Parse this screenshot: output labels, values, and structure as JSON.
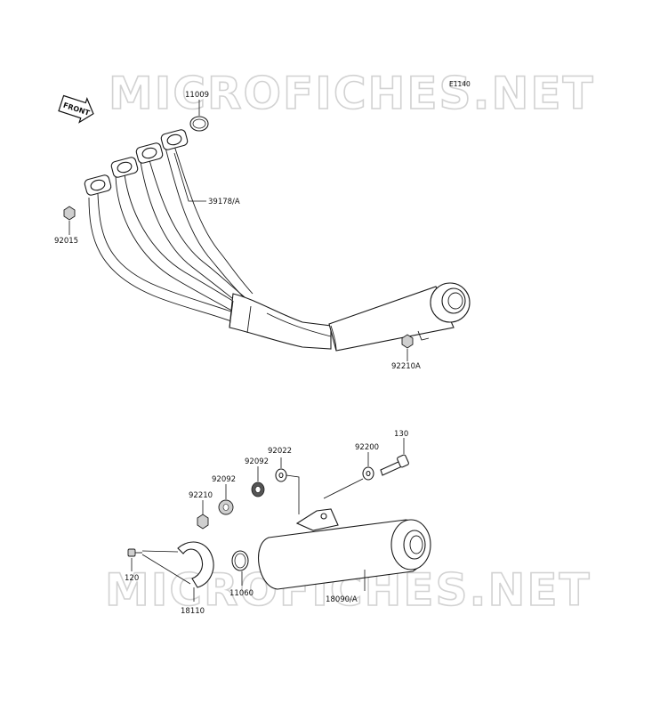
{
  "diagram": {
    "code": "E1140",
    "watermark_text": "MICROFICHES.NET",
    "front_label": "FRONT",
    "parts": {
      "gasket_11009": "11009",
      "pipe_39178a": "39178/A",
      "nut_92015": "92015",
      "nut_92210a": "92210A",
      "bolt_130": "130",
      "washer_92200": "92200",
      "washer_92022": "92022",
      "nut_92092_a": "92092",
      "nut_92092_b": "92092",
      "nut_92210": "92210",
      "bolt_120": "120",
      "cover_18110": "18110",
      "gasket_11060": "11060",
      "muffler_18090a": "18090/A"
    }
  }
}
